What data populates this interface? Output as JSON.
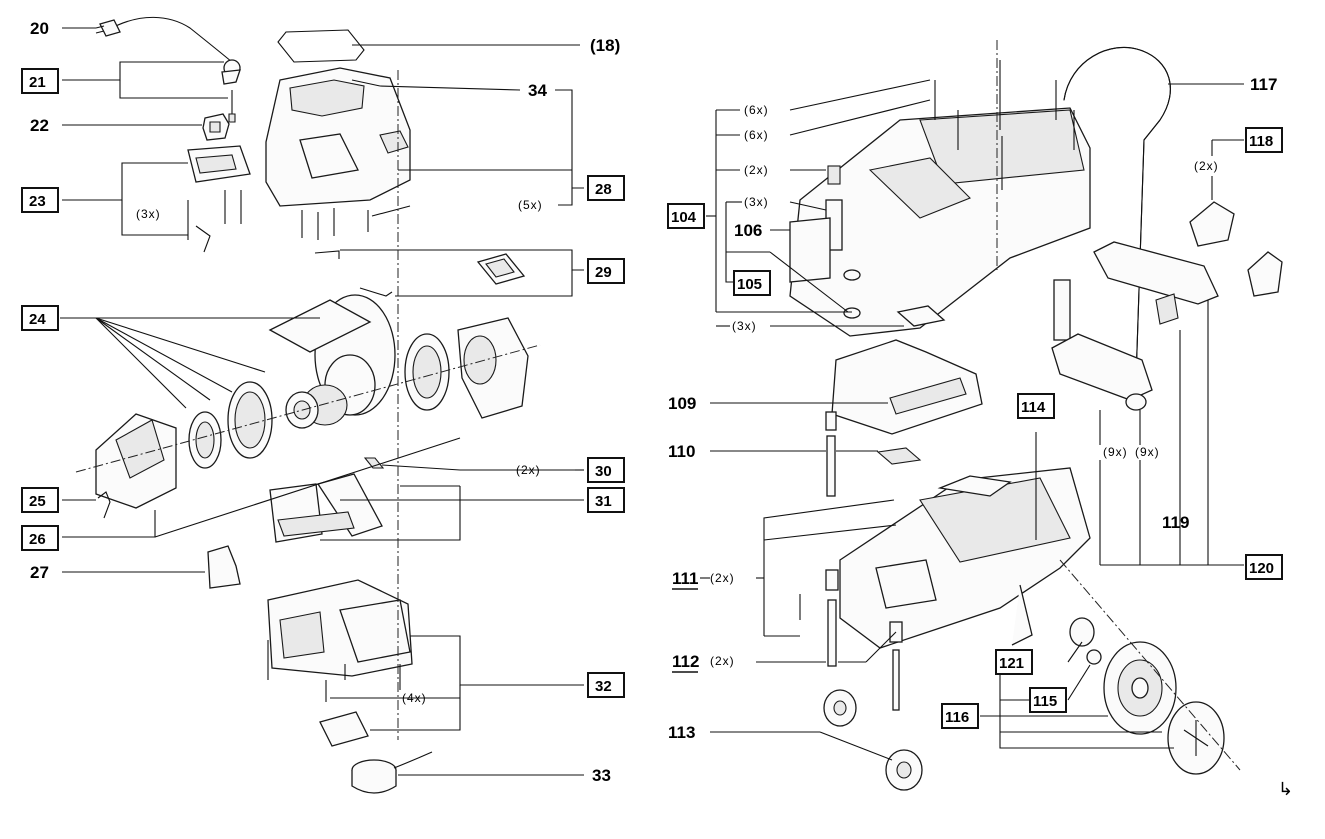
{
  "parts": {
    "p20": "20",
    "p21": "21",
    "p22": "22",
    "p23": "23",
    "p24": "24",
    "p25": "25",
    "p26": "26",
    "p27": "27",
    "p28": "28",
    "p29": "29",
    "p30": "30",
    "p31": "31",
    "p32": "32",
    "p33": "33",
    "p34": "34",
    "p18": "(18)",
    "p104": "104",
    "p105": "105",
    "p106": "106",
    "p109": "109",
    "p110": "110",
    "p111": "111",
    "p112": "112",
    "p113": "113",
    "p114": "114",
    "p115": "115",
    "p116": "116",
    "p117": "117",
    "p118": "118",
    "p119": "119",
    "p120": "120",
    "p121": "121"
  },
  "counts": {
    "x2": "(2x)",
    "x3": "(3x)",
    "x4": "(4x)",
    "x5": "(5x)",
    "x6": "(6x)",
    "x9": "(9x)"
  },
  "corner_mark": "↳"
}
